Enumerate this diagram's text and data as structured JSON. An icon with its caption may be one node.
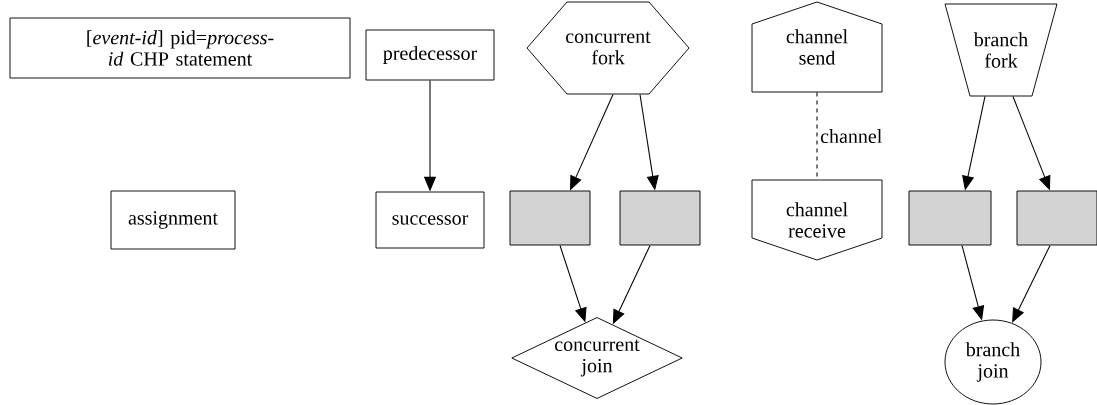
{
  "diagram": {
    "nodes": [
      {
        "text": [
          "[*event-id*] pid=*process-id* CHP statement"
        ]
      },
      {
        "text": [
          "assignment"
        ]
      },
      {
        "text": [
          "predecessor"
        ]
      },
      {
        "text": [
          "successor"
        ]
      },
      {
        "text": [
          "concurrent fork"
        ]
      },
      {
        "text": [],
        "shape": "box"
      },
      {
        "text": [],
        "shape": "box"
      },
      {
        "text": [
          "concurrent join"
        ]
      },
      {
        "text": [
          "channel send"
        ]
      },
      {
        "text": [
          "channel receive"
        ]
      },
      {
        "text": [
          "branch fork"
        ]
      },
      {
        "text": [],
        "shape": "box"
      },
      {
        "text": [],
        "shape": "box"
      },
      {
        "text": [
          "branch join"
        ]
      }
    ],
    "edges": [
      {
        "from": 2,
        "to": 3,
        "arrow": "to"
      },
      {
        "from": 4,
        "to": 5,
        "arrow": "to"
      },
      {
        "from": 4,
        "to": 6,
        "arrow": "to"
      },
      {
        "from": 5,
        "to": 7,
        "arrow": "to"
      },
      {
        "from": 6,
        "to": 7,
        "arrow": "to"
      },
      {
        "from": 8,
        "to": 9,
        "arrow": "none",
        "style": "dashed",
        "label": "channel"
      },
      {
        "from": 10,
        "to": 11,
        "arrow": "to"
      },
      {
        "from": 10,
        "to": 12,
        "arrow": "to"
      },
      {
        "from": 11,
        "to": 13,
        "arrow": "to"
      },
      {
        "from": 12,
        "to": 13,
        "arrow": "to"
      }
    ]
  }
}
